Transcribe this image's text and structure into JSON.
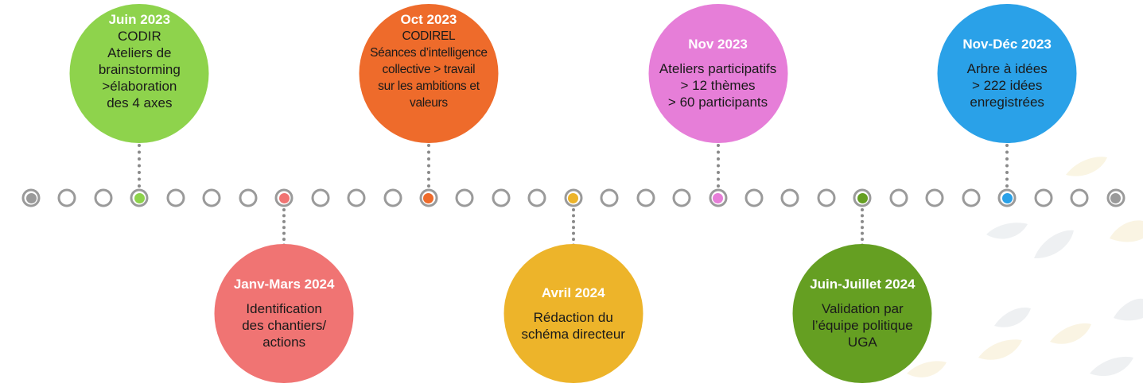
{
  "colors": {
    "green": "#8ed34c",
    "coral": "#f07473",
    "orange": "#ee6b2b",
    "yellow": "#edb42a",
    "pink": "#e67ed8",
    "darkgreen": "#659f22",
    "blue": "#2aa1e8",
    "gray": "#9a9a9a"
  },
  "timeline": {
    "dot_count": 31
  },
  "events": [
    {
      "id": "juin-2023",
      "date": "Juin 2023",
      "lines": [
        "CODIR",
        "Ateliers de",
        "brainstorming",
        ">élaboration",
        "des 4 axes"
      ],
      "color": "green",
      "position": "top",
      "dot_index": 3
    },
    {
      "id": "oct-2023",
      "date": "Oct 2023",
      "lines": [
        "CODIREL",
        "Séances d’intelligence",
        "collective > travail",
        "sur les ambitions et",
        "valeurs"
      ],
      "color": "orange",
      "position": "top",
      "dot_index": 11
    },
    {
      "id": "nov-2023",
      "date": "Nov 2023",
      "lines": [
        "Ateliers participatifs",
        "> 12 thèmes",
        "> 60 participants"
      ],
      "color": "pink",
      "position": "top",
      "dot_index": 19
    },
    {
      "id": "nov-dec-2023",
      "date": "Nov-Déc 2023",
      "lines": [
        "Arbre à idées",
        "> 222 idées",
        "enregistrées"
      ],
      "color": "blue",
      "position": "top",
      "dot_index": 27
    },
    {
      "id": "janv-mars-2024",
      "date": "Janv-Mars 2024",
      "lines": [
        "Identification",
        "des chantiers/",
        "actions"
      ],
      "color": "coral",
      "position": "bottom",
      "dot_index": 7
    },
    {
      "id": "avril-2024",
      "date": "Avril 2024",
      "lines": [
        "Rédaction du",
        "schéma directeur"
      ],
      "color": "yellow",
      "position": "bottom",
      "dot_index": 15
    },
    {
      "id": "juin-juillet-2024",
      "date": "Juin-Juillet 2024",
      "lines": [
        "Validation par",
        "l’équipe politique",
        "UGA"
      ],
      "color": "darkgreen",
      "position": "bottom",
      "dot_index": 23
    }
  ]
}
